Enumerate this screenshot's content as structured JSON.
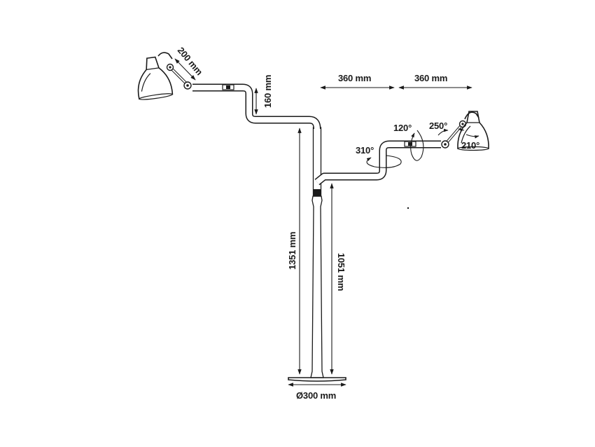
{
  "labels": {
    "shade_arm_left": "200 mm",
    "offset_height": "160 mm",
    "arm_span_1": "360 mm",
    "arm_span_2": "360 mm",
    "total_height": "1351 mm",
    "pivot_height": "1051 mm",
    "base_diameter": "Ø300 mm",
    "rotation_120": "120°",
    "rotation_250": "250°",
    "rotation_310": "310°",
    "rotation_210": "210°"
  },
  "colors": {
    "line": "#1a1a1a",
    "fill": "#ffffff"
  }
}
